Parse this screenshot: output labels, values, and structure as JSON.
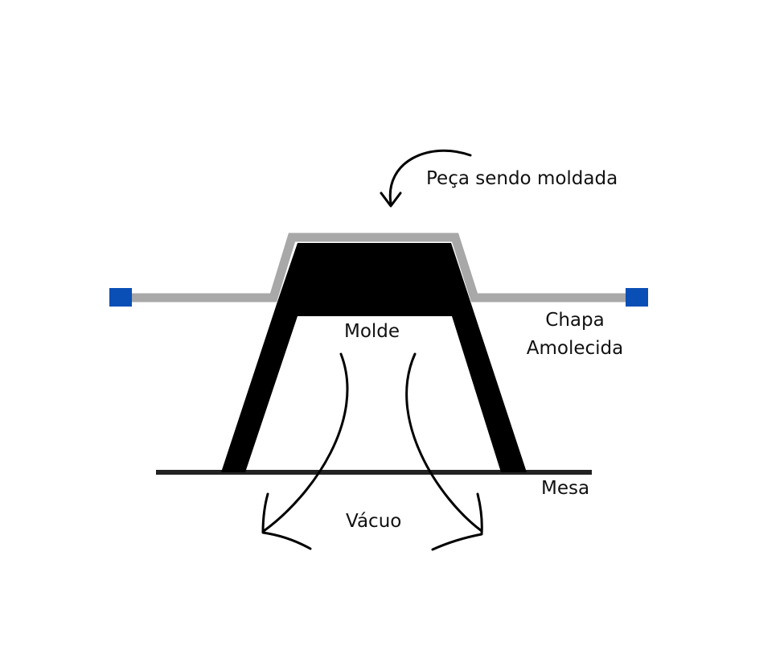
{
  "labels": {
    "piece": "Peça sendo moldada",
    "mold": "Molde",
    "sheet_line1": "Chapa",
    "sheet_line2": "Amolecida",
    "table": "Mesa",
    "vacuum": "Vácuo"
  },
  "colors": {
    "mold": "#000000",
    "sheet": "#a8a8a8",
    "clamp": "#0a4fb5",
    "table": "#222222",
    "arrow": "#000000",
    "text": "#111111",
    "background": "#ffffff"
  },
  "icons": {
    "piece_arrow": "curved-arrow-icon",
    "vacuum_left_arrow": "curved-arrow-icon",
    "vacuum_right_arrow": "curved-arrow-icon"
  }
}
